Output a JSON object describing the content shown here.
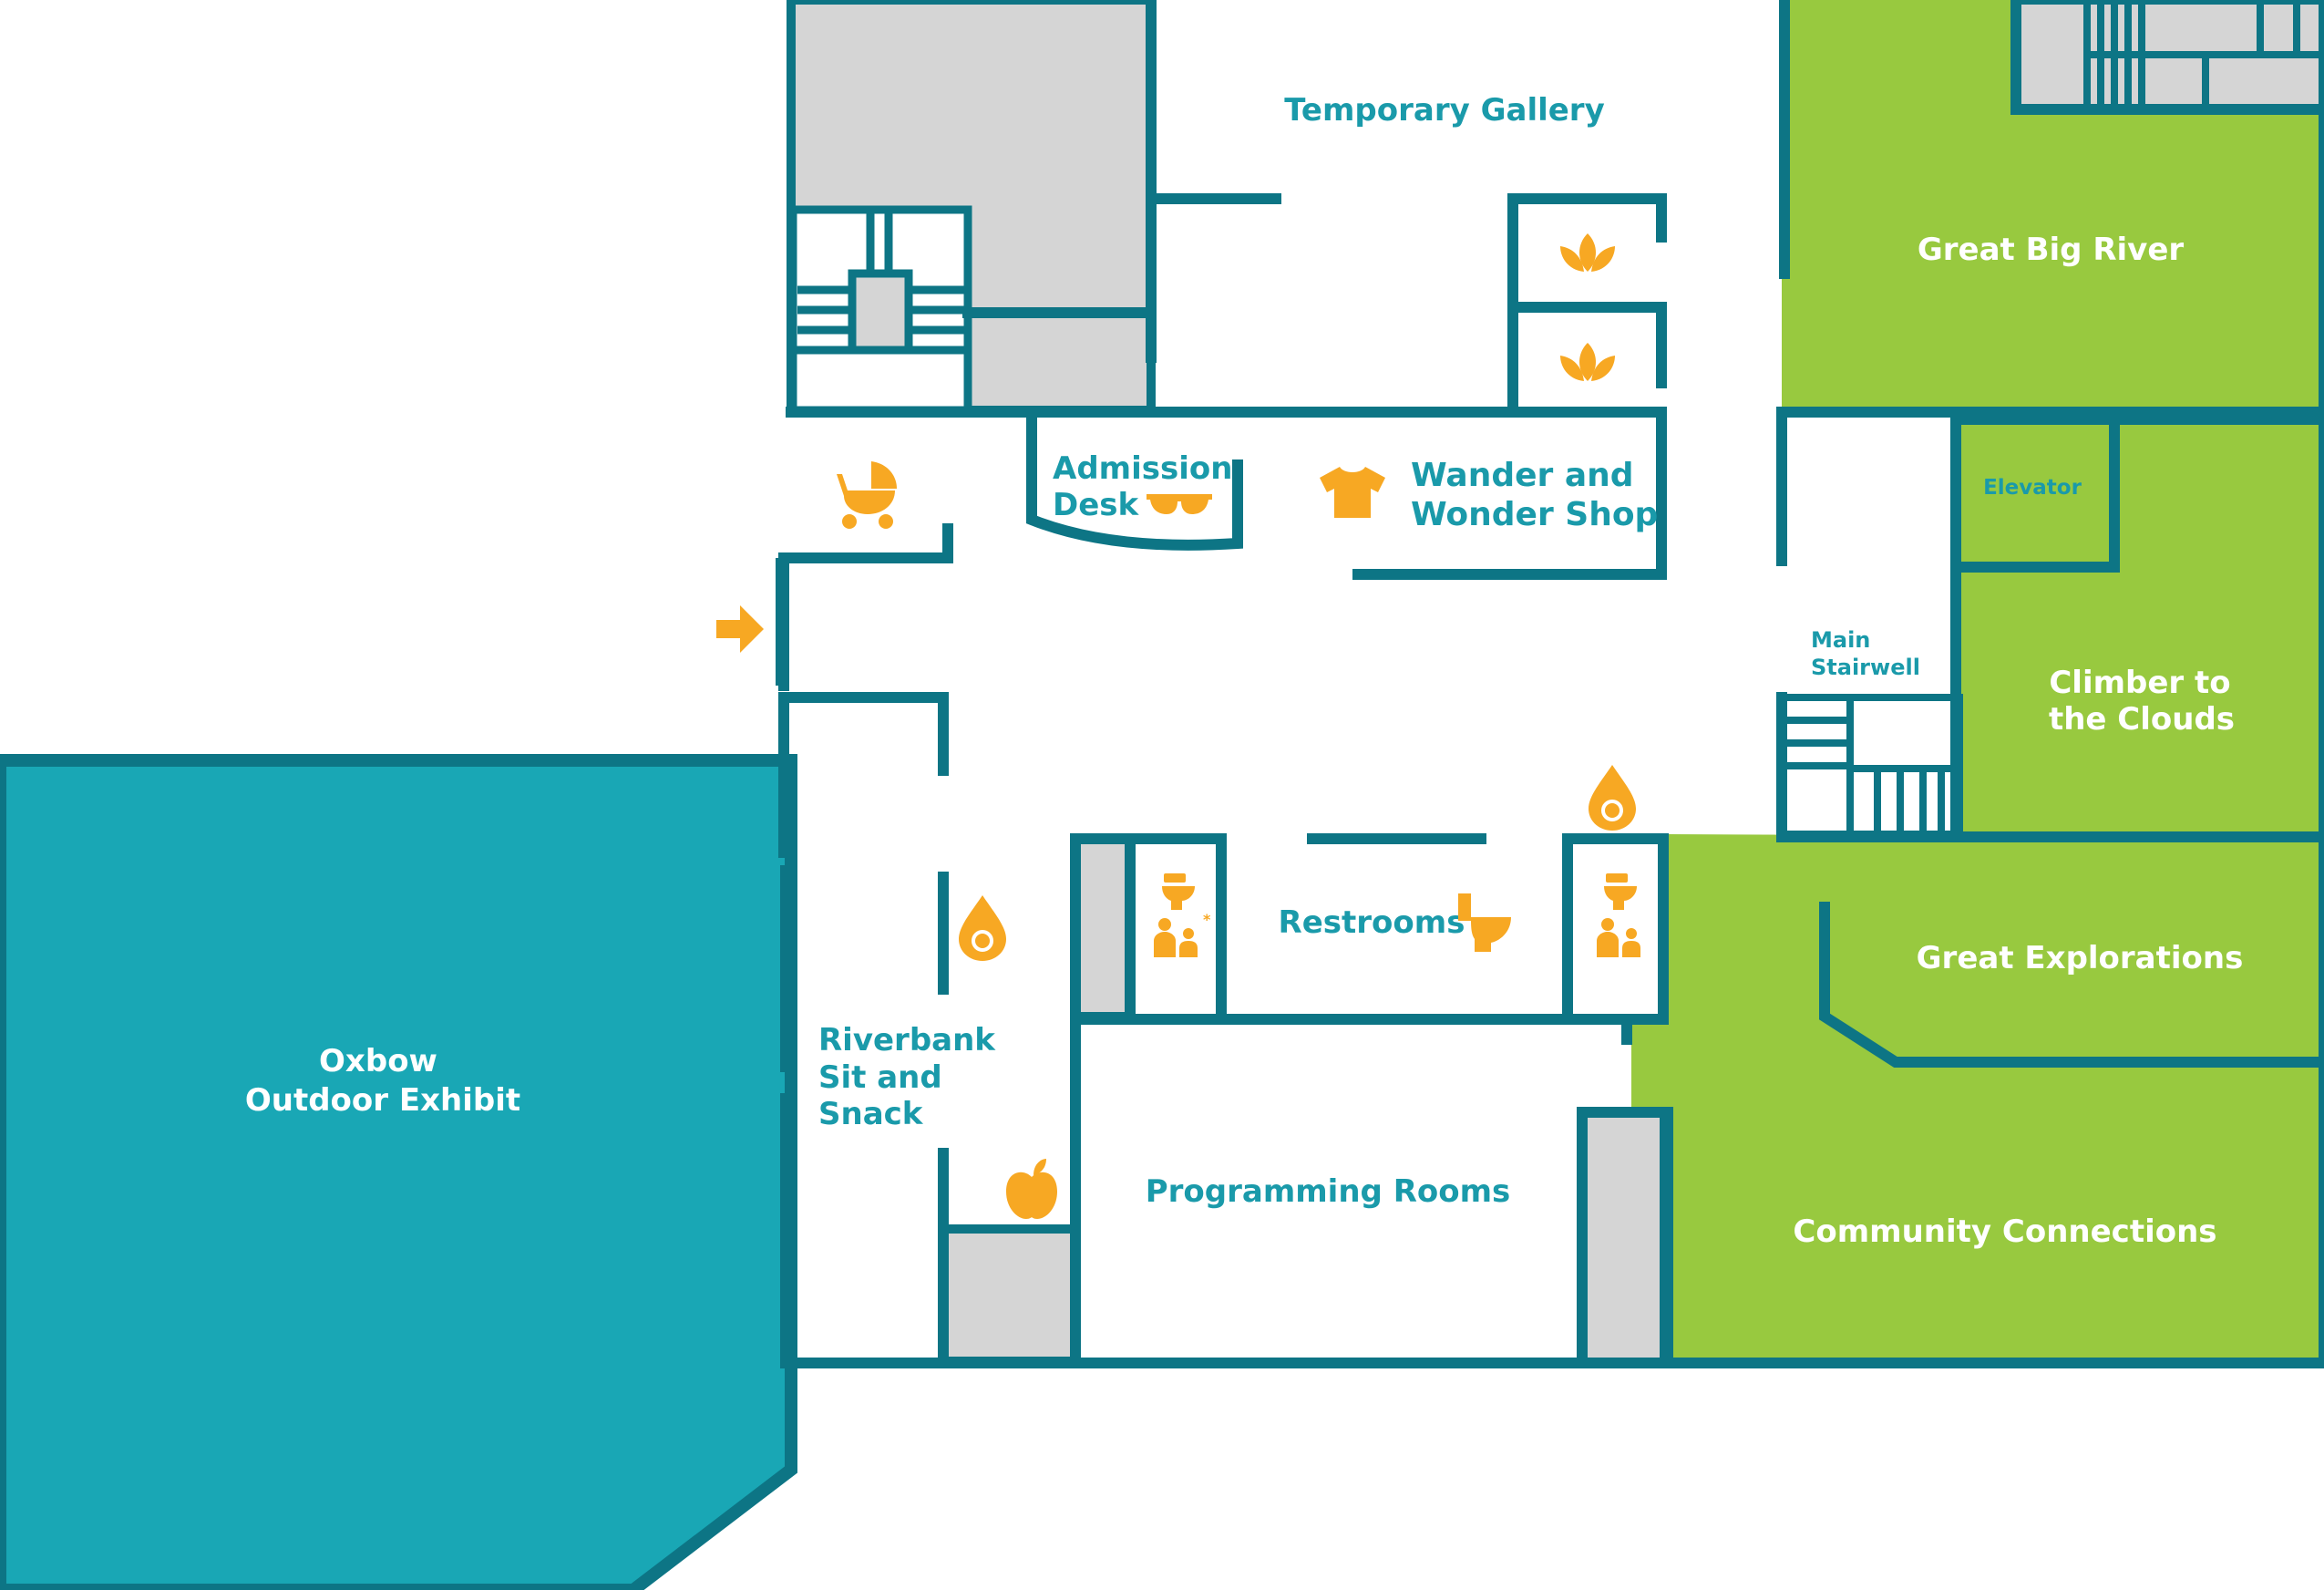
{
  "colors": {
    "wall": "#0d7585",
    "teal_zone": "#19a7b5",
    "green_zone": "#98c93f",
    "gray_block": "#d5d5d5",
    "label_teal": "#1a9aaa",
    "icon_orange": "#f7a823",
    "label_white": "#ffffff"
  },
  "rooms": {
    "temporary_gallery": "Temporary Gallery",
    "great_big_river": "Great Big River",
    "admission_desk_1": "Admission",
    "admission_desk_2": "Desk",
    "wander_shop_1": "Wander and",
    "wander_shop_2": "Wonder Shop",
    "elevator": "Elevator",
    "main_stairwell_1": "Main",
    "main_stairwell_2": "Stairwell",
    "climber_1": "Climber to",
    "climber_2": "the Clouds",
    "restrooms": "Restrooms",
    "great_explorations": "Great Explorations",
    "oxbow_1": "Oxbow",
    "oxbow_2": "Outdoor Exhibit",
    "riverbank_1": "Riverbank",
    "riverbank_2": "Sit and",
    "riverbank_3": "Snack",
    "programming_rooms": "Programming Rooms",
    "community_connections": "Community Connections"
  },
  "icons": [
    "lotus-icon",
    "lotus-icon",
    "stroller-icon",
    "sunglasses-icon",
    "tshirt-icon",
    "entrance-arrow-icon",
    "refill-station-icon",
    "toilet-icon",
    "family-icon",
    "apple-icon"
  ]
}
